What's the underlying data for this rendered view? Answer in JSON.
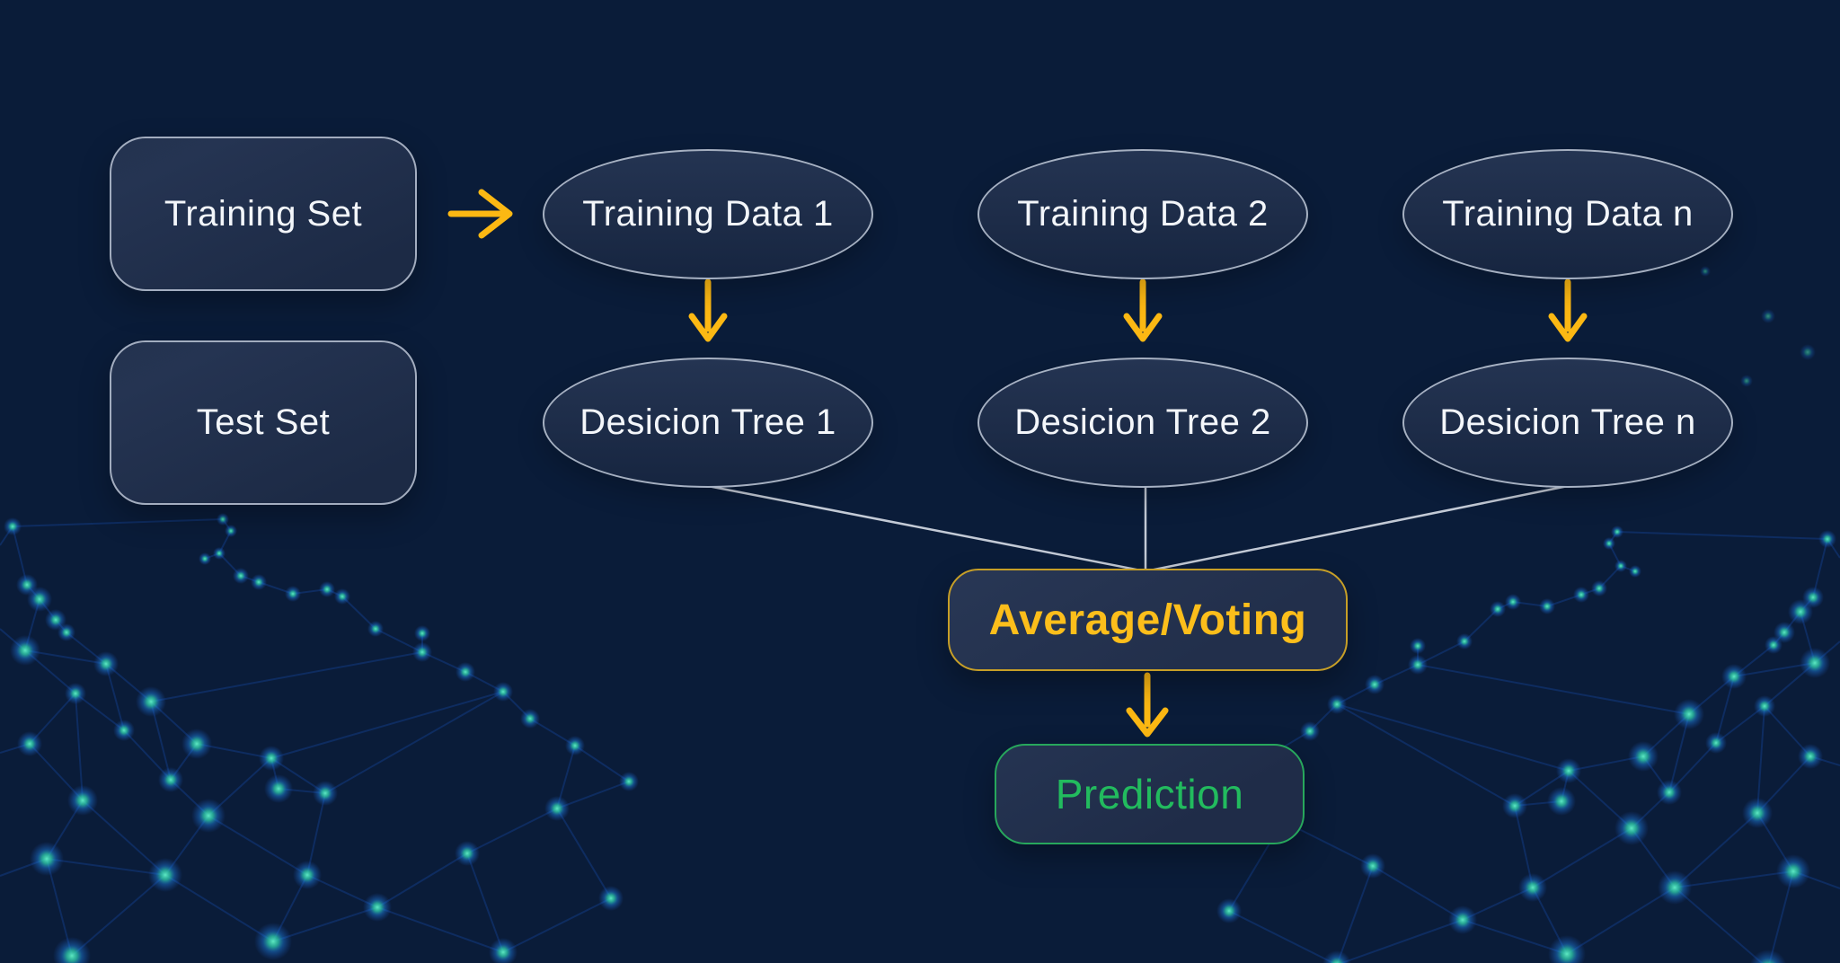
{
  "diagram": {
    "colors": {
      "background": "#0a1c39",
      "node_fill": "#1e2c48",
      "node_border": "#c6cedb",
      "connector_line": "#cdd4de",
      "accent_yellow": "#fcb813",
      "gold_border": "#c79f27",
      "accent_green": "#22bb5e",
      "green_border": "#27a75c",
      "network_blue": "#1448a0",
      "network_node_teal": "#4fe8bd"
    },
    "training_set": {
      "label": "Training Set"
    },
    "test_set": {
      "label": "Test Set"
    },
    "training_data": [
      {
        "label": "Training Data 1"
      },
      {
        "label": "Training Data 2"
      },
      {
        "label": "Training Data n"
      }
    ],
    "decision_trees": [
      {
        "label": "Desicion Tree 1"
      },
      {
        "label": "Desicion Tree 2"
      },
      {
        "label": "Desicion Tree n"
      }
    ],
    "aggregator": {
      "label": "Average/Voting"
    },
    "prediction": {
      "label": "Prediction"
    }
  }
}
